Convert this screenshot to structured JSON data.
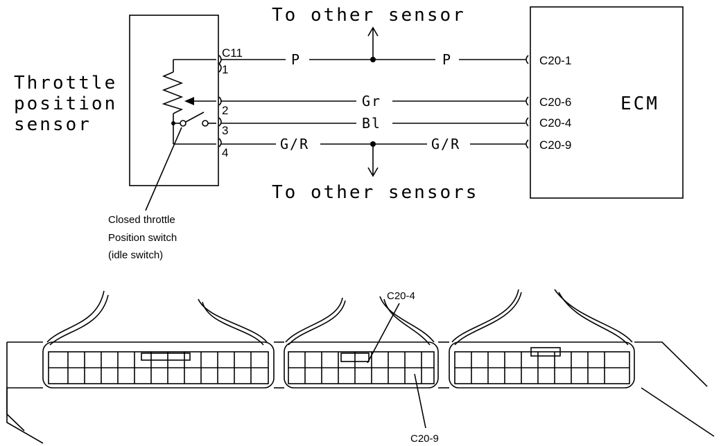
{
  "schematic": {
    "sensor_title": [
      "Throttle",
      "position",
      "sensor"
    ],
    "ecm_label": "ECM",
    "connector_label": "C11",
    "top_note": "To other sensor",
    "bottom_note": "To other sensors",
    "switch_note": [
      "Closed throttle",
      "Position switch",
      "(idle switch)"
    ],
    "wires": [
      {
        "pin": "1",
        "color_left": "P",
        "color_right": "P",
        "ecm_terminal": "C20-1"
      },
      {
        "pin": "2",
        "color_left": "Gr",
        "color_right": "",
        "ecm_terminal": "C20-6"
      },
      {
        "pin": "3",
        "color_left": "Bl",
        "color_right": "",
        "ecm_terminal": "C20-4"
      },
      {
        "pin": "4",
        "color_left": "G/R",
        "color_right": "G/R",
        "ecm_terminal": "C20-9"
      }
    ]
  },
  "connector_view": {
    "callout_top": "C20-4",
    "callout_bottom": "C20-9"
  }
}
